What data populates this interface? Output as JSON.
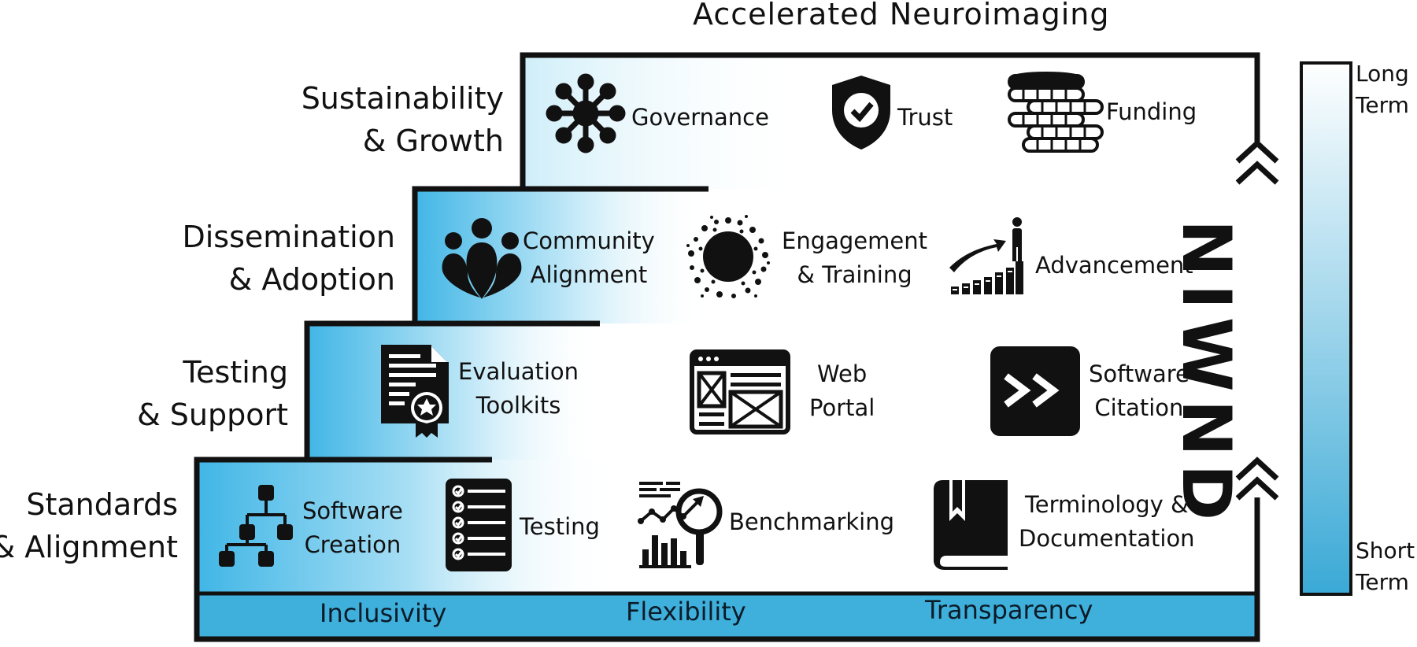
{
  "title": "Accelerated Neuroimaging",
  "brand_vertical": "NIWND",
  "colors": {
    "accent": "#41b6e6",
    "bar": "#3fb0dc",
    "outline": "#111111"
  },
  "rows": [
    {
      "label_line1": "Sustainability",
      "label_line2": "& Growth",
      "items": [
        {
          "icon": "network-icon",
          "line1": "Governance",
          "line2": ""
        },
        {
          "icon": "shield-check-icon",
          "line1": "Trust",
          "line2": ""
        },
        {
          "icon": "coins-icon",
          "line1": "Funding",
          "line2": ""
        }
      ]
    },
    {
      "label_line1": "Dissemination",
      "label_line2": "& Adoption",
      "items": [
        {
          "icon": "people-group-icon",
          "line1": "Community",
          "line2": "Alignment"
        },
        {
          "icon": "burst-circle-icon",
          "line1": "Engagement",
          "line2": "& Training"
        },
        {
          "icon": "growth-chart-icon",
          "line1": "Advancement",
          "line2": ""
        }
      ]
    },
    {
      "label_line1": "Testing",
      "label_line2": "& Support",
      "items": [
        {
          "icon": "certificate-icon",
          "line1": "Evaluation",
          "line2": "Toolkits"
        },
        {
          "icon": "browser-window-icon",
          "line1": "Web",
          "line2": "Portal"
        },
        {
          "icon": "terminal-icon",
          "line1": "Software",
          "line2": "Citation"
        }
      ]
    },
    {
      "label_line1": "Standards",
      "label_line2": "& Alignment",
      "items": [
        {
          "icon": "hierarchy-icon",
          "line1": "Software",
          "line2": "Creation"
        },
        {
          "icon": "checklist-icon",
          "line1": "Testing",
          "line2": ""
        },
        {
          "icon": "analytics-icon",
          "line1": "Benchmarking",
          "line2": ""
        },
        {
          "icon": "book-icon",
          "line1": "Terminology &",
          "line2": "Documentation"
        }
      ]
    }
  ],
  "foundation": [
    "Inclusivity",
    "Flexibility",
    "Transparency"
  ],
  "scale": {
    "top_line1": "Long",
    "top_line2": "Term",
    "bottom_line1": "Short",
    "bottom_line2": "Term"
  }
}
